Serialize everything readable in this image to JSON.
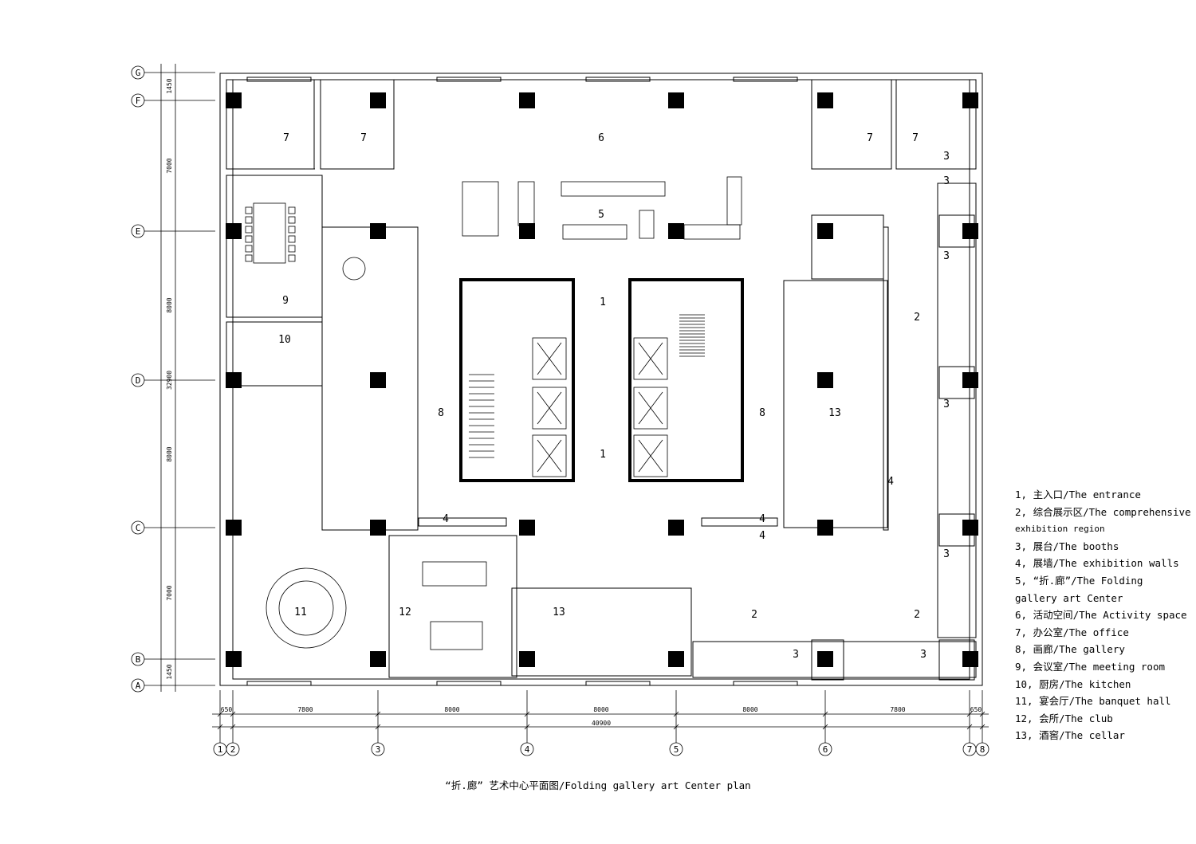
{
  "grid": {
    "rows": [
      "G",
      "F",
      "E",
      "D",
      "C",
      "B",
      "A"
    ],
    "cols": [
      "1",
      "2",
      "3",
      "4",
      "5",
      "6",
      "7",
      "8"
    ]
  },
  "dimensions": {
    "left": [
      "1450",
      "7000",
      "8000",
      "32900",
      "8000",
      "7000",
      "1450"
    ],
    "bottom": [
      "650",
      "7800",
      "8000",
      "8000",
      "8000",
      "7800",
      "650"
    ],
    "total": "40900"
  },
  "room_labels": [
    "7",
    "7",
    "6",
    "7",
    "7",
    "5",
    "3",
    "3",
    "9",
    "10",
    "1",
    "2",
    "8",
    "8",
    "13",
    "3",
    "1",
    "4",
    "4",
    "4",
    "4",
    "3",
    "11",
    "12",
    "13",
    "2",
    "2",
    "3",
    "3",
    "3"
  ],
  "legend": [
    {
      "text": "1, 主入口/The entrance"
    },
    {
      "text": "2, 综合展示区/The comprehensive"
    },
    {
      "text": "exhibition region"
    },
    {
      "text": "3, 展台/The booths"
    },
    {
      "text": "4, 展墙/The exhibition walls"
    },
    {
      "text": "5, “折.廊”/The Folding"
    },
    {
      "text": "gallery art Center"
    },
    {
      "text": "6, 活动空间/The Activity space"
    },
    {
      "text": "7, 办公室/The office"
    },
    {
      "text": "8, 画廊/The gallery"
    },
    {
      "text": "9, 会议室/The meeting room"
    },
    {
      "text": "10, 厨房/The kitchen"
    },
    {
      "text": "11, 宴会厅/The banquet hall"
    },
    {
      "text": "12, 会所/The club"
    },
    {
      "text": "13, 酒窖/The cellar"
    }
  ],
  "caption": "“折.廊” 艺术中心平面图/Folding gallery art Center plan"
}
